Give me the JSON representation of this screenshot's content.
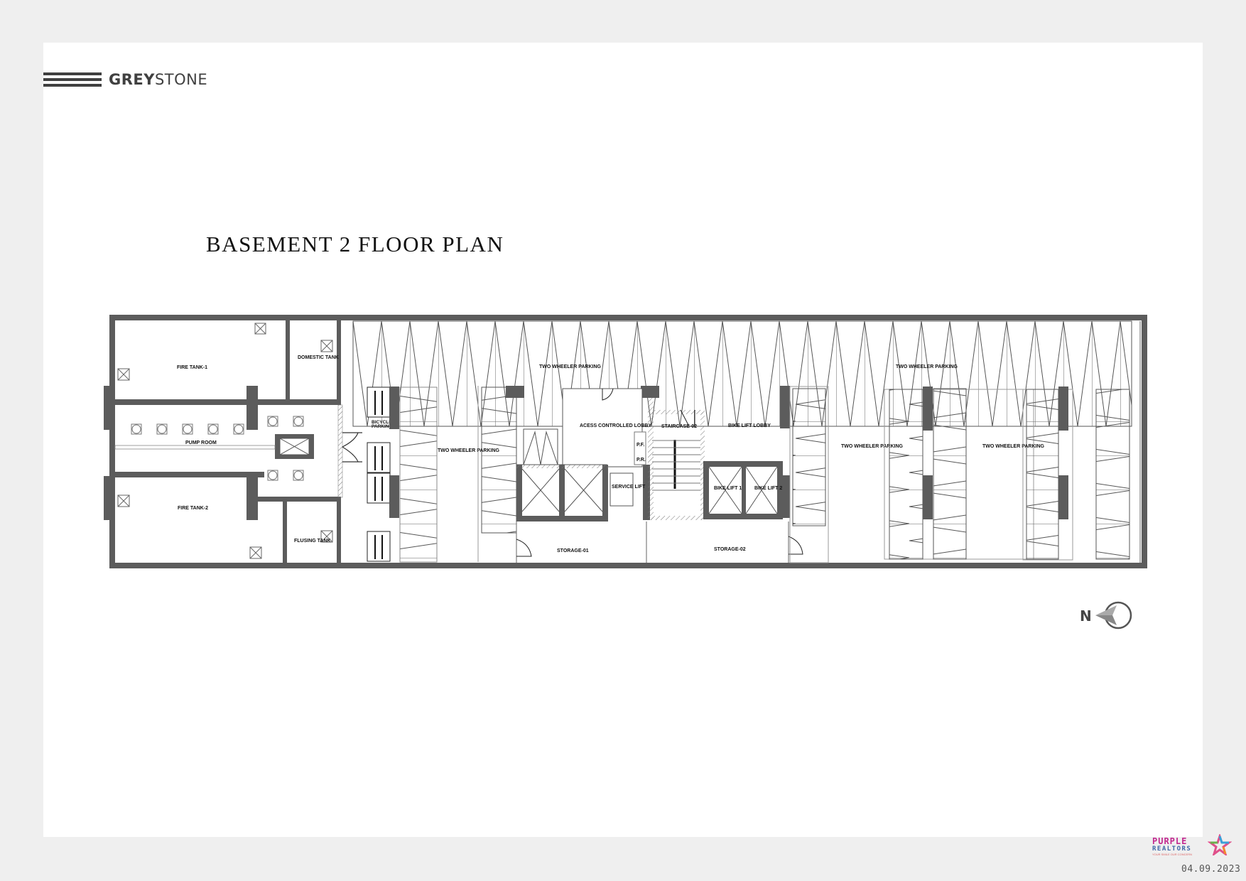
{
  "brand": {
    "bold": "GREY",
    "light": "STONE"
  },
  "title": "BASEMENT 2 FLOOR PLAN",
  "rooms": {
    "fire_tank_1": "FIRE TANK-1",
    "domestic_tank": "DOMESTIC TANK",
    "pump_room": "PUMP ROOM",
    "fire_tank_2": "FIRE TANK-2",
    "flushing_tank": "FLUSING TANK",
    "bicycle_parking_1": "BICYCLE",
    "bicycle_parking_2": "PARKING",
    "two_wheeler_top_left": "TWO WHEELER PARKING",
    "two_wheeler_top_right": "TWO WHEELER PARKING",
    "two_wheeler_left": "TWO WHEELER PARKING",
    "two_wheeler_mid": "TWO WHEELER PARKING",
    "two_wheeler_right": "TWO WHEELER PARKING",
    "access_lobby": "ACESS CONTROLLED LOBBY",
    "staircase": "STAIRCASE-02",
    "bike_lift_lobby": "BIKE LIFT LOBBY",
    "bike_lift_1": "BIKE LIFT 1",
    "bike_lift_2": "BIKE LIFT 2",
    "service_lift": "SERVICE LIFT",
    "pf": "P.F.",
    "pr": "P.R.",
    "storage_01": "STORAGE-01",
    "storage_02": "STORAGE-02"
  },
  "compass": {
    "label": "N"
  },
  "footer": {
    "logo_line1": "PURPLE",
    "logo_line2": "REALTORS",
    "logo_tagline": "YOUR SMILE OUR CONCERN",
    "date": "04.09.2023"
  },
  "colors": {
    "wall": "#5c5c5c",
    "line": "#555555",
    "page_bg": "#efefef",
    "sheet_bg": "#ffffff",
    "logo_purple": "#c2288f",
    "logo_blue": "#3f67a8"
  }
}
